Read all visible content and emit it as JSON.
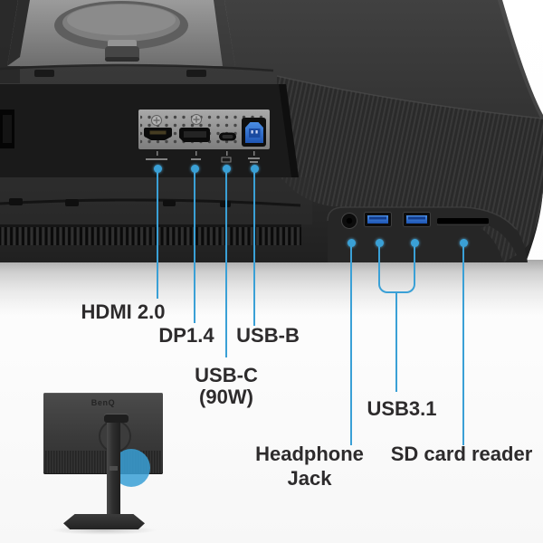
{
  "accent_color": "#3aa0d6",
  "brand": {
    "logo_text": "BenQ"
  },
  "callouts": {
    "hdmi": {
      "label": "HDMI 2.0"
    },
    "dp": {
      "label": "DP1.4"
    },
    "usb_b": {
      "label": "USB-B"
    },
    "usb_c": {
      "label_line1": "USB-C",
      "label_line2": "(90W)"
    },
    "usb31": {
      "label": "USB3.1"
    },
    "headphone": {
      "label_line1": "Headphone",
      "label_line2": "Jack"
    },
    "sd_reader": {
      "label": "SD card reader"
    }
  }
}
